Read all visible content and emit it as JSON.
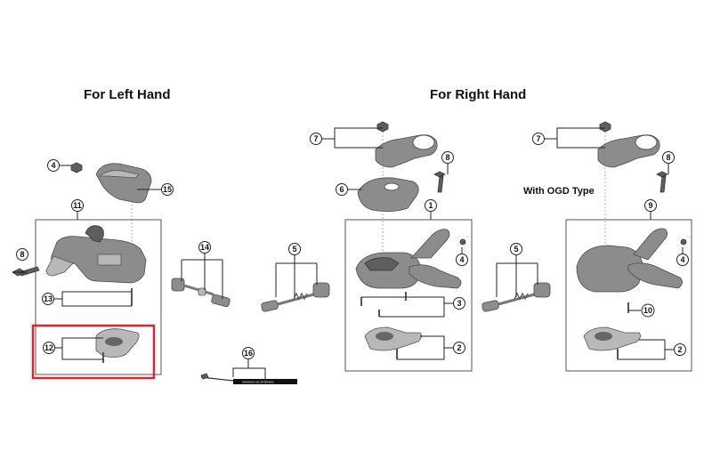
{
  "headings": {
    "left": "For Left Hand",
    "right": "For Right Hand",
    "ogd": "With OGD Type"
  },
  "callouts": {
    "c1": "1",
    "c2a": "2",
    "c2b": "2",
    "c3": "3",
    "c4a": "4",
    "c4b": "4",
    "c4c": "4",
    "c5a": "5",
    "c5b": "5",
    "c6": "6",
    "c7a": "7",
    "c7b": "7",
    "c8a": "8",
    "c8b": "8",
    "c8c": "8",
    "c9": "9",
    "c10": "10",
    "c11": "11",
    "c12": "12",
    "c13": "13",
    "c14": "14",
    "c15": "15",
    "c16": "16"
  },
  "highlight_color": "#d6262e",
  "cable_label": "SHIMANO SIS SP BRAKE"
}
